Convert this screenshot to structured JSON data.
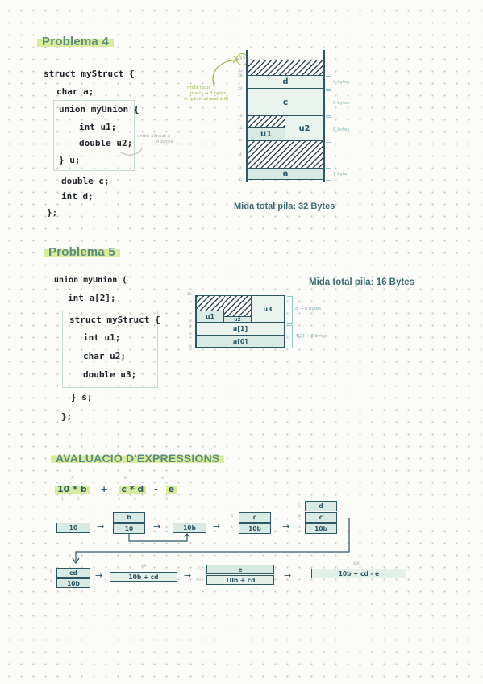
{
  "p4": {
    "title": "Problema 4",
    "code": [
      "struct myStruct {",
      "char a;",
      "union myUnion {",
      "int u1;",
      "double u2;",
      "} u;",
      "double c;",
      "int d;",
      "};"
    ],
    "note_union": [
      "union alineat a",
      "8 bytes"
    ],
    "note_mida": [
      "mida tipus",
      "major → 8 bytes",
      "(implicit alineat a 8)"
    ],
    "circle_label": "32",
    "stack": {
      "d": "d",
      "c": "c",
      "u1": "u1",
      "u2": "u2",
      "a": "a"
    },
    "ticks": [
      "32",
      "28",
      "24",
      "16",
      "12",
      "8",
      "4",
      "1",
      "0"
    ],
    "bytes": [
      "4 bytes",
      "8 bytes",
      "8 bytes",
      "1 byte"
    ],
    "total": "Mida total pila: 32 Bytes"
  },
  "p5": {
    "title": "Problema 5",
    "code": [
      "union myUnion {",
      "int a[2];",
      "struct myStruct {",
      "int u1;",
      "char u2;",
      "double u3;",
      "} s;",
      "};"
    ],
    "stack": {
      "u1": "u1",
      "u2": "u2",
      "u3": "u3",
      "a1": "a[1]",
      "a0": "a[0]"
    },
    "ticks": [
      "16",
      "8",
      "5",
      "4",
      "0"
    ],
    "notes": [
      "8 → 8 bytes",
      "4[2] → 8 bytes"
    ],
    "total": "Mida total pila: 16 Bytes"
  },
  "eval": {
    "title": "AVALUACIÓ D'EXPRESSIONS",
    "expression": {
      "t1": "10 * b",
      "op1": "+",
      "t2": "c * d",
      "op2": "-",
      "t3": "e"
    },
    "labels_top": [
      "A",
      "B",
      "C"
    ],
    "labels_bottom": [
      "1",
      "2",
      "3",
      "4",
      "5"
    ],
    "steps": {
      "s1": [
        "10"
      ],
      "s2": [
        "b",
        "10"
      ],
      "s3": [
        "10b"
      ],
      "s4": [
        "c",
        "10b"
      ],
      "s5": [
        "d",
        "c",
        "10b"
      ],
      "s6": [
        "cd",
        "10b"
      ],
      "s7": [
        "10b + cd"
      ],
      "s8": [
        "e",
        "10b + cd"
      ],
      "s9": [
        "10b + cd - e"
      ]
    },
    "side_labels": [
      "A",
      "B",
      "C",
      "AB",
      "ABC"
    ]
  }
}
